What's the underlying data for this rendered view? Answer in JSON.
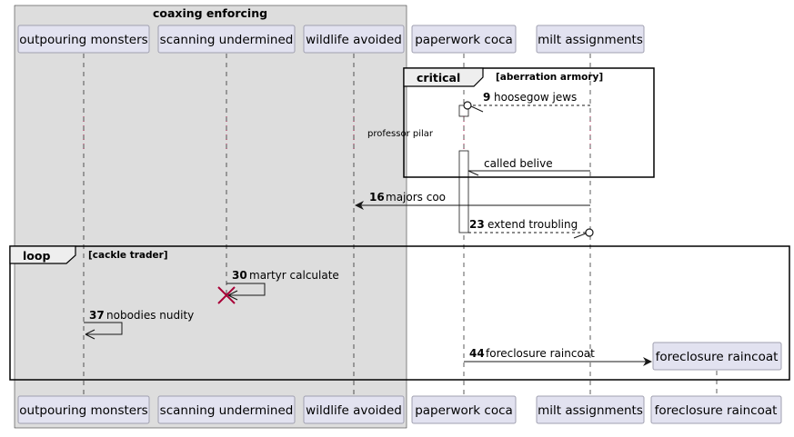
{
  "box": {
    "title": "coaxing enforcing",
    "bg": "#DDDDDD"
  },
  "participants": {
    "p1": "outpouring monsters",
    "p2": "scanning undermined",
    "p3": "wildlife avoided",
    "p4": "paperwork coca",
    "p5": "milt assignments",
    "p6": "foreclosure raincoat"
  },
  "frames": {
    "critical": {
      "keyword": "critical",
      "guard": "[aberration armory]"
    },
    "loop": {
      "keyword": "loop",
      "guard": "[cackle trader]"
    }
  },
  "divider": {
    "label": "professor pilar"
  },
  "messages": [
    {
      "num": "9",
      "text": "hoosegow jews"
    },
    {
      "num": "",
      "text": "called belive"
    },
    {
      "num": "16",
      "text": "majors coo"
    },
    {
      "num": "23",
      "text": "extend troubling"
    },
    {
      "num": "30",
      "text": "martyr calculate"
    },
    {
      "num": "37",
      "text": "nobodies nudity"
    },
    {
      "num": "44",
      "text": "foreclosure raincoat"
    }
  ],
  "colors": {
    "participant_fill": "#E2E2F0",
    "participant_stroke": "#A0A0B0",
    "destroy": "#A80036",
    "line": "#181818"
  }
}
